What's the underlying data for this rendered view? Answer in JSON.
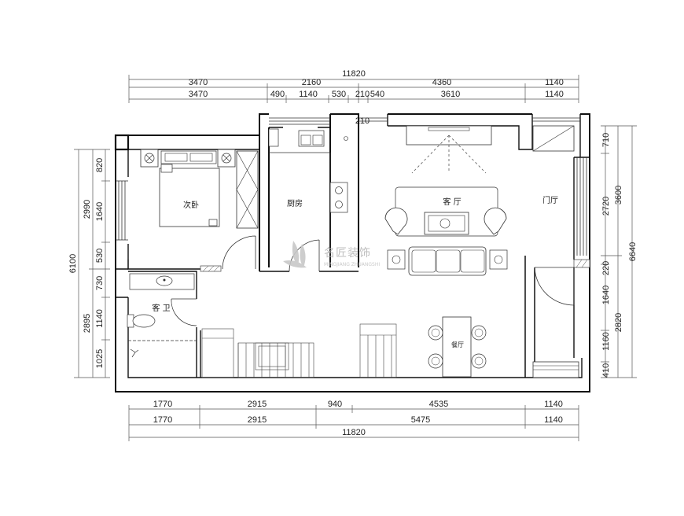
{
  "dimensions": {
    "top_total": "11820",
    "top_row1": [
      "3470",
      "2160",
      "4360",
      "1140"
    ],
    "top_row2": [
      "3470",
      "490",
      "1140",
      "530",
      "210",
      "540",
      "3610",
      "1140"
    ],
    "top_small": "210",
    "bottom_row1": [
      "1770",
      "2915",
      "940",
      "4535",
      "1140"
    ],
    "bottom_row2": [
      "1770",
      "2915",
      "5475",
      "1140"
    ],
    "bottom_total": "11820",
    "left_outer": "6100",
    "left_mid": [
      "2990",
      "2895"
    ],
    "left_inner": [
      "820",
      "1640",
      "530",
      "730",
      "1140",
      "1025"
    ],
    "right_inner": [
      "710",
      "2720",
      "220",
      "1640",
      "1160",
      "410"
    ],
    "right_mid": [
      "3600",
      "2820"
    ],
    "right_outer": "6640"
  },
  "rooms": {
    "bedroom": "次卧",
    "kitchen": "厨房",
    "living": "客 厅",
    "entrance": "门厅",
    "bathroom": "客 卫",
    "dining": "餐厅"
  },
  "watermark": {
    "name": "名匠装饰",
    "sub": "MINGJIANG ZHUANGSHI"
  }
}
